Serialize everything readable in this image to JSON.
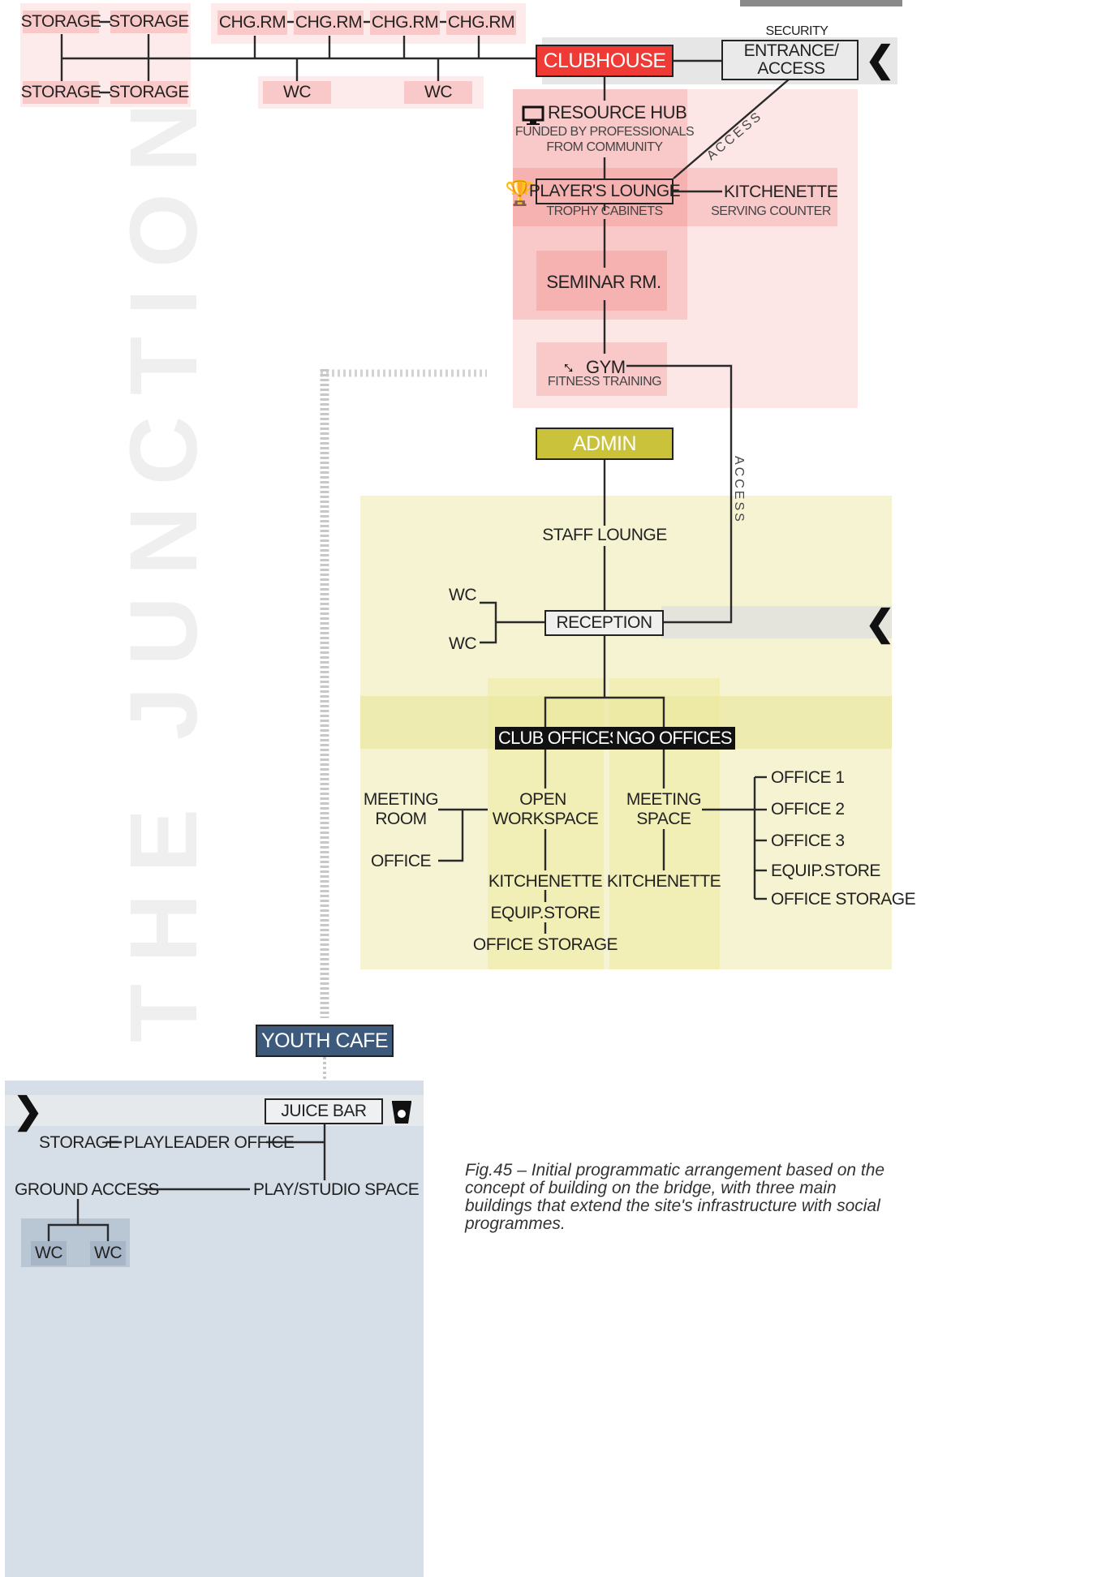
{
  "header_corner": "...",
  "watermark": "THE JUNCTION",
  "top_left": {
    "storage_1": "STORAGE",
    "storage_2": "STORAGE",
    "storage_3": "STORAGE",
    "storage_4": "STORAGE",
    "chg_1": "CHG.RM",
    "chg_2": "CHG.RM",
    "chg_3": "CHG.RM",
    "chg_4": "CHG.RM",
    "wc_1": "WC",
    "wc_2": "WC"
  },
  "clubhouse": {
    "title": "CLUBHOUSE",
    "security_label": "SECURITY",
    "entrance": "ENTRANCE/ ACCESS",
    "resource_hub": "RESOURCE HUB",
    "resource_hub_sub_1": "FUNDED BY PROFESSIONALS",
    "resource_hub_sub_2": "FROM COMMUNITY",
    "players_lounge": "PLAYER'S LOUNGE",
    "players_lounge_sub": "TROPHY CABINETS",
    "kitchenette": "KITCHENETTE",
    "kitchenette_sub": "SERVING COUNTER",
    "seminar": "SEMINAR RM.",
    "gym": "GYM",
    "gym_sub": "FITNESS TRAINING",
    "access_diag": "ACCESS"
  },
  "admin": {
    "title": "ADMIN",
    "staff_lounge": "STAFF LOUNGE",
    "wc_1": "WC",
    "wc_2": "WC",
    "reception": "RECEPTION",
    "access_vertical": "ACCESS",
    "club_offices": "CLUB OFFICES",
    "ngo_offices": "NGO OFFICES",
    "meeting_room_1": "MEETING",
    "meeting_room_2": "ROOM",
    "office": "OFFICE",
    "open_workspace_1": "OPEN",
    "open_workspace_2": "WORKSPACE",
    "kitchenette_club": "KITCHENETTE",
    "equip_store_club": "EQUIP.STORE",
    "office_storage_club": "OFFICE STORAGE",
    "meeting_space_1": "MEETING",
    "meeting_space_2": "SPACE",
    "kitchenette_ngo": "KITCHENETTE",
    "office_1": "OFFICE 1",
    "office_2": "OFFICE 2",
    "office_3": "OFFICE 3",
    "equip_store_ngo": "EQUIP.STORE",
    "office_storage_ngo": "OFFICE STORAGE"
  },
  "youth_cafe": {
    "title": "YOUTH CAFE",
    "juice_bar": "JUICE BAR",
    "storage": "STORAGE",
    "playleader_office": "PLAYLEADER OFFICE",
    "ground_access": "GROUND ACCESS",
    "play_studio": "PLAY/STUDIO SPACE",
    "wc_1": "WC",
    "wc_2": "WC"
  },
  "caption": "Fig.45 – Initial programmatic arrangement based on the concept of building on the bridge, with three main buildings that extend the site's infrastructure with social programmes.",
  "colors": {
    "clubhouse_red": "#ef3a35",
    "admin_yellow": "#c9c23a",
    "cafe_blue": "#3d5a7c",
    "pink_zone": "#fde6e6",
    "yellow_zone": "#f4f2cd",
    "blue_zone": "#d5dde6"
  },
  "icons": [
    "monitor-icon",
    "trophy-icon",
    "dumbbell-icon",
    "cup-icon",
    "chevron-left-icon",
    "chevron-right-icon"
  ]
}
